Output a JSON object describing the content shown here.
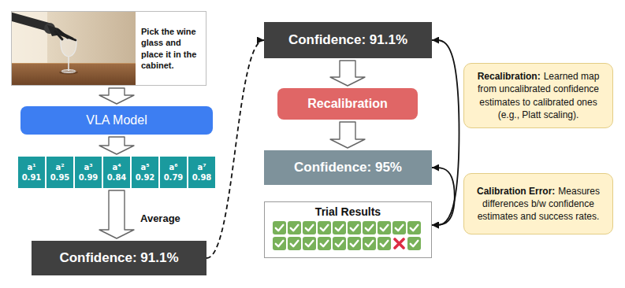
{
  "diagram": {
    "nodes": [
      {
        "text": [
          "Pick the wine glass and place it in the cabinet."
        ]
      },
      {
        "text": [
          "VLA Model"
        ]
      },
      {
        "text": [
          "a¹",
          "0.91"
        ]
      },
      {
        "text": [
          "a²",
          "0.95"
        ]
      },
      {
        "text": [
          "a³",
          "0.99"
        ]
      },
      {
        "text": [
          "a⁴",
          "0.84"
        ]
      },
      {
        "text": [
          "a⁵",
          "0.92"
        ]
      },
      {
        "text": [
          "a⁶",
          "0.79"
        ]
      },
      {
        "text": [
          "a⁷",
          "0.98"
        ]
      },
      {
        "text": [
          "Confidence: 91.1%"
        ]
      },
      {
        "text": [
          "Confidence: 91.1%"
        ]
      },
      {
        "text": [
          "Recalibration"
        ]
      },
      {
        "text": [
          "Confidence: 95%"
        ]
      },
      {
        "text": [
          "Trial Results"
        ]
      },
      {
        "text": [
          "Recalibration:",
          "Learned map from uncalibrated confidence estimates to calibrated ones (e.g., Platt scaling)."
        ]
      },
      {
        "text": [
          "Calibration Error:",
          "Measures differences b/w confidence estimates and success rates."
        ]
      }
    ],
    "edges": [
      {
        "from": 0,
        "to": 1,
        "arrow": "to"
      },
      {
        "from": 1,
        "to": 5,
        "arrow": "to"
      },
      {
        "from": 5,
        "to": 9,
        "label": "Average",
        "arrow": "to"
      },
      {
        "from": 9,
        "to": 10,
        "arrow": "to"
      },
      {
        "from": 10,
        "to": 11,
        "arrow": "to"
      },
      {
        "from": 11,
        "to": 12,
        "arrow": "to"
      },
      {
        "from": 10,
        "to": 13,
        "arrow": "both"
      },
      {
        "from": 12,
        "to": 13,
        "arrow": "both"
      }
    ]
  }
}
